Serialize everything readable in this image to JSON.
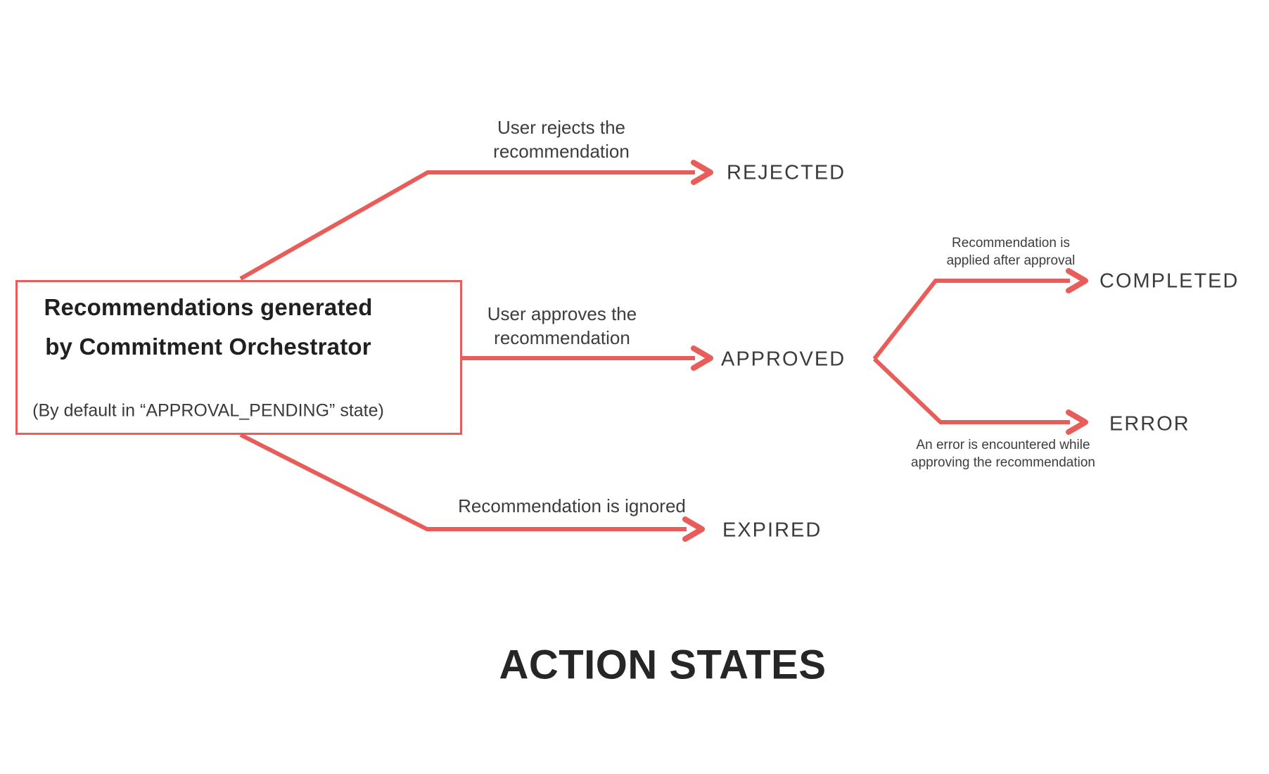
{
  "diagram": {
    "title": "ACTION STATES",
    "accent_color": "#e85d59",
    "text_color": "#3b3b3b",
    "source": {
      "title_line1": "Recommendations generated",
      "title_line2": "by Commitment Orchestrator",
      "subtitle": "(By default in “APPROVAL_PENDING” state)"
    },
    "branches": {
      "rejected": {
        "state": "REJECTED",
        "label_line1": "User rejects the",
        "label_line2": "recommendation"
      },
      "approved": {
        "state": "APPROVED",
        "label_line1": "User approves the",
        "label_line2": "recommendation"
      },
      "expired": {
        "state": "EXPIRED",
        "label": "Recommendation is ignored"
      },
      "completed": {
        "state": "COMPLETED",
        "label_line1": "Recommendation is",
        "label_line2": "applied after approval"
      },
      "error": {
        "state": "ERROR",
        "label_line1": "An error is encountered while",
        "label_line2": "approving the recommendation"
      }
    }
  }
}
